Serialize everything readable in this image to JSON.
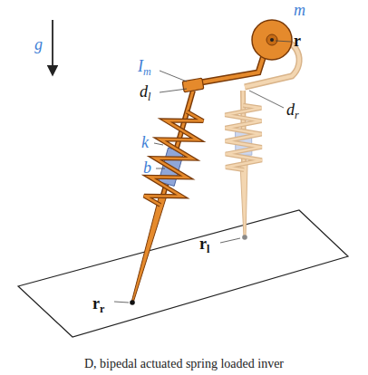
{
  "diagram": {
    "caption": "D, bipedal actuated spring loaded inver",
    "labels": [
      "g",
      "m",
      "r",
      "Im",
      "dl",
      "dr",
      "k",
      "b",
      "rl",
      "rr"
    ]
  }
}
